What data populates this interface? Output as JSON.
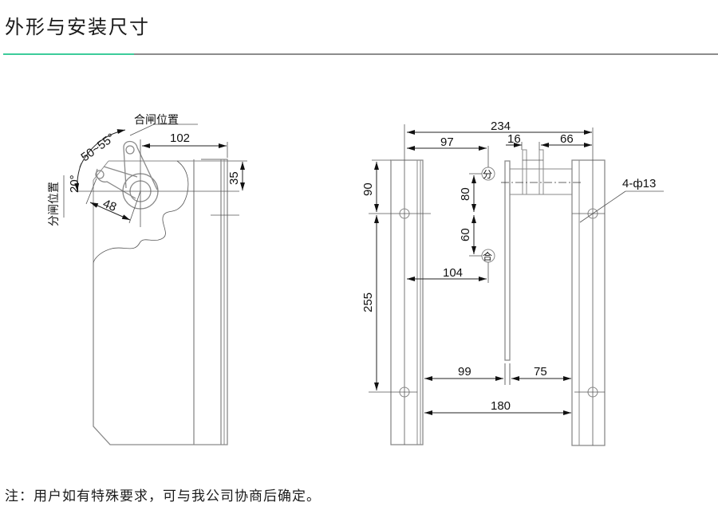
{
  "header": {
    "title": "外形与安装尺寸",
    "accent_color": "#3dcc9a",
    "rule_color": "#8c8c8c"
  },
  "left_view": {
    "labels": {
      "closed_position": "合闸位置",
      "open_position": "分闸位置",
      "angle_range": "50~55°",
      "angle_small": "20°"
    },
    "dimensions": {
      "handle_length": "48",
      "top_offset": "102",
      "top_height": "35"
    }
  },
  "right_view": {
    "labels": {
      "open_marker": "分",
      "closed_marker": "合",
      "holes": "4-ф13"
    },
    "dimensions": {
      "overall_width": "234",
      "left_to_marker": "97",
      "pin_gap": "16",
      "right_offset": "66",
      "top_to_hole": "90",
      "marker_upper": "80",
      "marker_lower": "60",
      "marker_horizontal": "104",
      "hole_spacing_vertical": "255",
      "left_gap": "99",
      "right_gap": "75",
      "inner_width": "180"
    }
  },
  "footer": {
    "note": "注：用户如有特殊要求，可与我公司协商后确定。"
  }
}
